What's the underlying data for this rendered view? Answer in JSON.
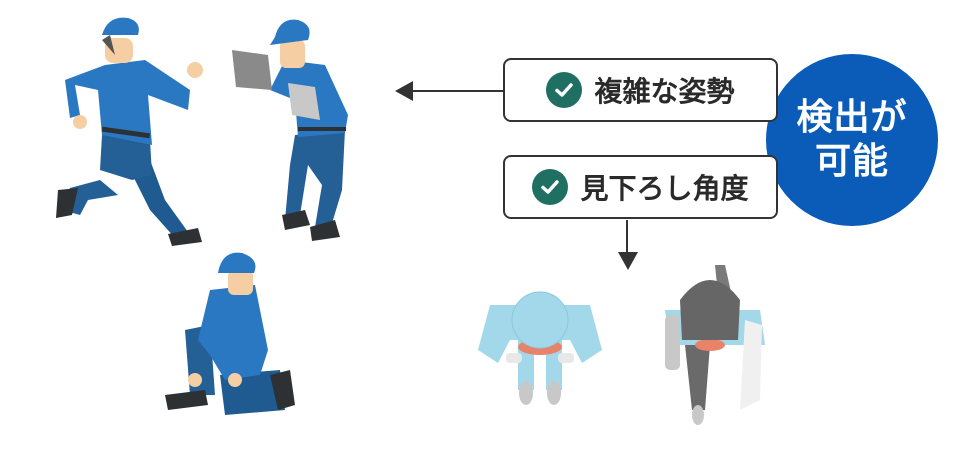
{
  "callouts": [
    {
      "label": "複雑な姿勢",
      "icon": "check-circle-icon"
    },
    {
      "label": "見下ろし角度",
      "icon": "check-circle-icon"
    }
  ],
  "badge": {
    "line1": "検出が",
    "line2": "可能"
  },
  "colors": {
    "badge_blue": "#0a5cb8",
    "check_green": "#1f7062",
    "box_border": "#333333",
    "uniform_blue": "#2b78c2",
    "pants_blue": "#245f96",
    "overhead_light_blue": "#a3d8ea",
    "overhead_gray": "#6a6a6a"
  },
  "figures": [
    {
      "name": "running-worker"
    },
    {
      "name": "tablet-worker"
    },
    {
      "name": "kneeling-worker"
    },
    {
      "name": "overhead-worker-light-blue"
    },
    {
      "name": "overhead-worker-gray"
    }
  ]
}
